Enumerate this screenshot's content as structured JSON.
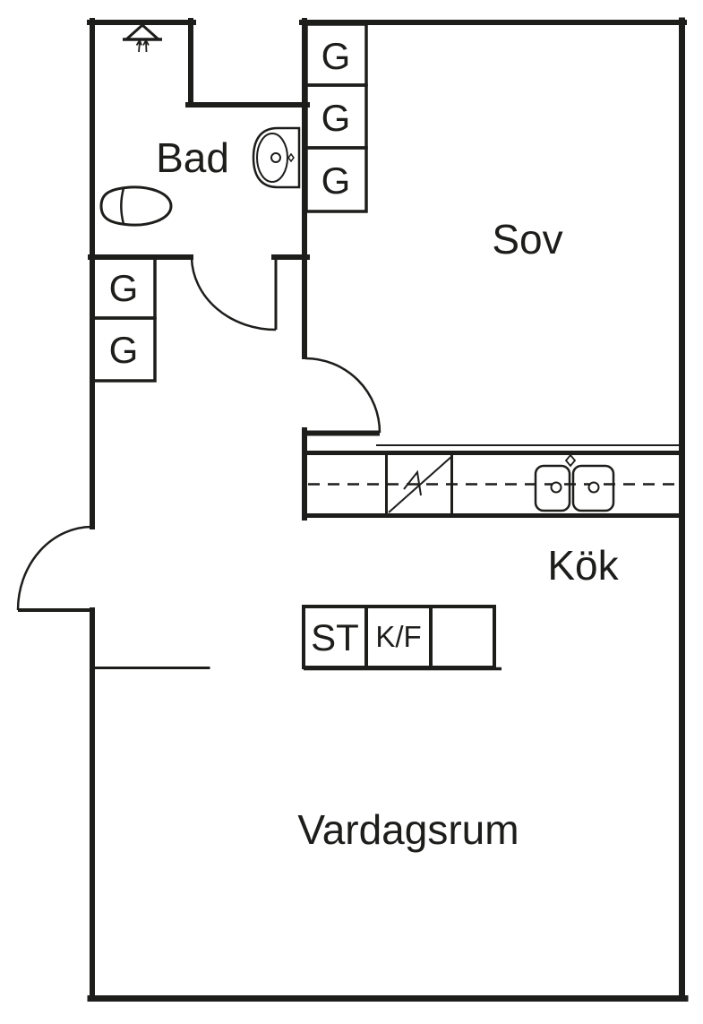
{
  "plan_labels": {
    "bathroom": "Bad",
    "bedroom": "Sov",
    "kitchen": "Kök",
    "living_room": "Vardagsrum"
  },
  "wardrobes": {
    "bedroom_column": [
      "G",
      "G",
      "G"
    ],
    "hall_block": [
      "G",
      "G"
    ]
  },
  "kitchen_units": {
    "cleaning_cabinet": "ST",
    "fridge_freezer": "K/F",
    "third_unit": ""
  },
  "colors": {
    "line": "#1d1d1b",
    "background": "#ffffff"
  }
}
